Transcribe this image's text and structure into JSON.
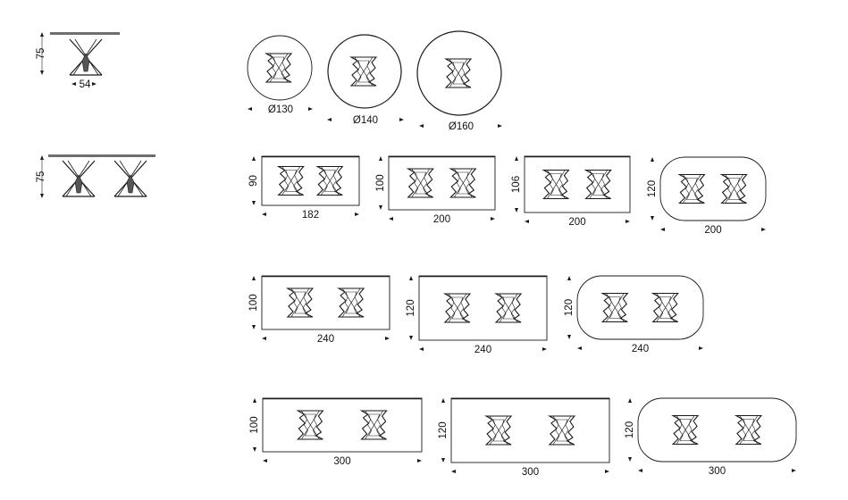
{
  "colors": {
    "line": "#1a1a1a",
    "glass": "#6e6e6e",
    "background": "#ffffff"
  },
  "side_views": [
    {
      "height": "75",
      "width": "54"
    },
    {
      "height": "75"
    }
  ],
  "round_tables": [
    {
      "label": "Ø130"
    },
    {
      "label": "Ø140"
    },
    {
      "label": "Ø160"
    }
  ],
  "tables": [
    {
      "shape": "rect",
      "width": "182",
      "depth": "90"
    },
    {
      "shape": "rect",
      "width": "200",
      "depth": "100"
    },
    {
      "shape": "rect",
      "width": "200",
      "depth": "106"
    },
    {
      "shape": "oval",
      "width": "200",
      "depth": "120"
    },
    {
      "shape": "rect",
      "width": "240",
      "depth": "100"
    },
    {
      "shape": "rect",
      "width": "240",
      "depth": "120"
    },
    {
      "shape": "oval",
      "width": "240",
      "depth": "120"
    },
    {
      "shape": "rect",
      "width": "300",
      "depth": "100"
    },
    {
      "shape": "rect",
      "width": "300",
      "depth": "120"
    },
    {
      "shape": "oval",
      "width": "300",
      "depth": "120"
    }
  ]
}
